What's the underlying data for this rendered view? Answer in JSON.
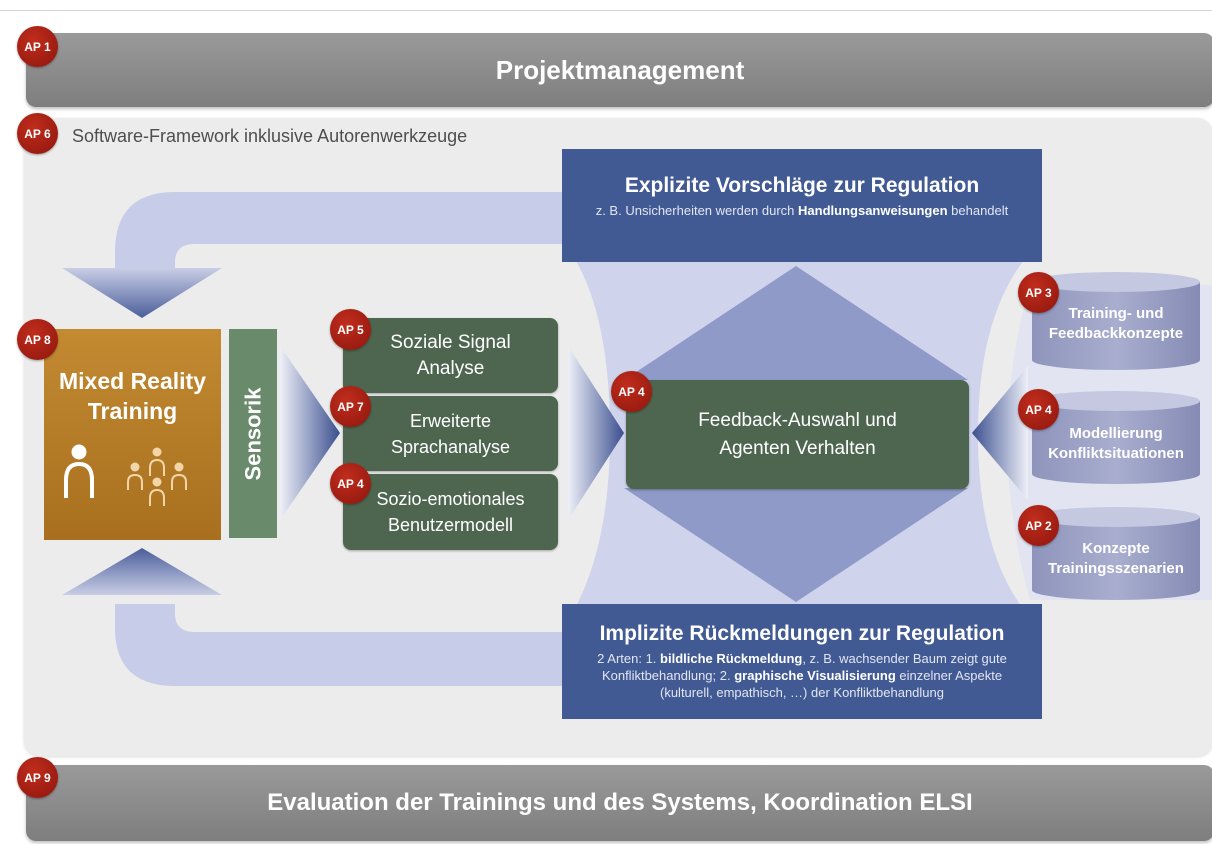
{
  "project_management": {
    "badge": "AP 1",
    "label": "Projektmanagement"
  },
  "software_framework": {
    "badge": "AP 6",
    "label": "Software-Framework inklusive Autorenwerkzeuge"
  },
  "mixed_reality": {
    "badge": "AP 8",
    "label_line1": "Mixed Reality",
    "label_line2": "Training"
  },
  "sensor": {
    "label": "Sensorik"
  },
  "analysis_modules": [
    {
      "badge": "AP 5",
      "line1": "Soziale Signal",
      "line2": "Analyse"
    },
    {
      "badge": "AP 7",
      "line1": "Erweiterte",
      "line2": "Sprachanalyse"
    },
    {
      "badge": "AP 4",
      "line1": "Sozio-emotionales",
      "line2": "Benutzermodell"
    }
  ],
  "feedback": {
    "badge": "AP 4",
    "line1": "Feedback-Auswahl und",
    "line2": "Agenten Verhalten"
  },
  "explicit": {
    "title": "Explizite Vorschläge zur Regulation",
    "sub_prefix": "z. B. Unsicherheiten werden durch ",
    "sub_bold": "Handlungsanweisungen",
    "sub_suffix": " behandelt"
  },
  "implicit": {
    "title": "Implizite Rückmeldungen zur Regulation",
    "sub_part1": "2 Arten: 1. ",
    "sub_bold1": "bildliche Rückmeldung",
    "sub_part2": ", z. B. wachsender Baum zeigt gute Konfliktbehandlung; 2. ",
    "sub_bold2": "graphische Visualisierung",
    "sub_part3": " einzelner Aspekte (kulturell, empathisch, …) der Konfliktbehandlung"
  },
  "resources": [
    {
      "badge": "AP 3",
      "line1": "Training- und",
      "line2": "Feedbackkonzepte"
    },
    {
      "badge": "AP 4",
      "line1": "Modellierung",
      "line2": "Konfliktsituationen"
    },
    {
      "badge": "AP 2",
      "line1": "Konzepte",
      "line2": "Trainingsszenarien"
    }
  ],
  "evaluation": {
    "badge": "AP 9",
    "label": "Evaluation der Trainings und des Systems, Koordination ELSI"
  },
  "colors": {
    "gray_bar": "#8c8c8c",
    "panel": "#ececec",
    "badge_red": "#a51f12",
    "mixed_reality_orange": "#b47c27",
    "sensor_green": "#6a8a6c",
    "module_green": "#4e6650",
    "regulation_blue": "#415a94",
    "flow_lavender": "#c5cbe6",
    "cylinder": "#9aa0c3"
  }
}
